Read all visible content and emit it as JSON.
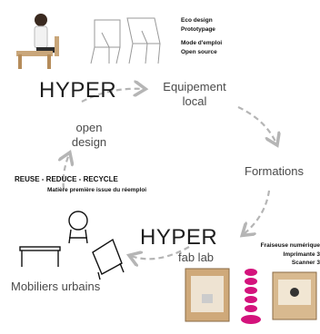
{
  "hyper_top": "HYPER",
  "hyper_bottom": "HYPER",
  "top_features": [
    "Eco design",
    "Prototypage",
    "",
    "Mode d'emploi",
    "Open source"
  ],
  "nodes": {
    "equipement": [
      "Equipement",
      "local"
    ],
    "formations": "Formations",
    "fablab": "fab lab",
    "mobiliers": "Mobiliers urbains",
    "opendesign": [
      "open",
      "design"
    ]
  },
  "recycle": {
    "title": "REUSE - REDUCE - RECYCLE",
    "subtitle": "Matière première issue du réemploi"
  },
  "machines": [
    "Fraiseuse numérique",
    "Imprimante  3",
    "Scanner 3"
  ],
  "colors": {
    "arrow": "#b5b5b5",
    "pink": "#d4137c",
    "skin": "#d9a36a",
    "wood": "#c9a67a"
  }
}
